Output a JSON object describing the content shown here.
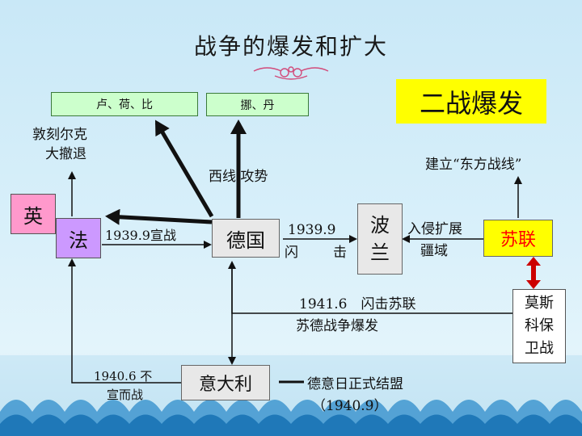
{
  "title": "战争的爆发和扩大",
  "badge": "二战爆发",
  "nodes": {
    "lu_he_bi": "卢、荷、比",
    "nuo_dan": "挪、丹",
    "ying": "英",
    "fa": "法",
    "deguo": "德国",
    "bolan_1": "波",
    "bolan_2": "兰",
    "sulian": "苏联",
    "mosike_1": "莫斯",
    "mosike_2": "科保",
    "mosike_3": "卫战",
    "yidali": "意大利"
  },
  "labels": {
    "dunkirk_1": "敦刻尔克",
    "dunkirk_2": "大撤退",
    "west_attack": "西线 攻势",
    "declare_war": "1939.9宣战",
    "blitz_date": "1939.9",
    "blitz_1": "闪",
    "blitz_2": "击",
    "invade_1": "入侵扩展",
    "invade_2": "疆域",
    "east_front": "建立“东方战线”",
    "ussr_attack_1": "1941.6　闪击苏联",
    "ussr_attack_2": "苏德战争爆发",
    "italy_war_1": "1940.6 不",
    "italy_war_2": "宣而战",
    "alliance_1": "德意日正式结盟",
    "alliance_2": "（1940.9）"
  },
  "colors": {
    "green_box": "#ccffcc",
    "pink_box": "#ff99cc",
    "purple_box": "#cc99ff",
    "yellow": "#ffff00",
    "red_text": "#ff0000",
    "gray_box": "#e8e8e8",
    "dark_red": "#cc0000"
  }
}
